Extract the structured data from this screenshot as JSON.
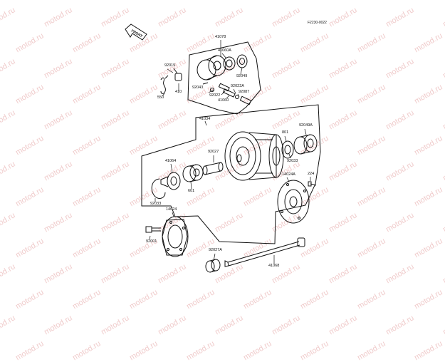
{
  "figure_code": "F2230-0022",
  "front_label": "FRONT",
  "watermark_text": "motod.ru",
  "colors": {
    "line": "#111111",
    "watermark": "#f0cccc",
    "background": "#ffffff"
  },
  "labels": {
    "p41078": "41078",
    "p41060A": "41060A",
    "p92015": "92015",
    "p550": "550",
    "p410": "410",
    "p92043": "92043",
    "p92022": "92022",
    "p92022A": "92022A",
    "p92087": "92087",
    "p41060": "41060",
    "p92049": "92049",
    "p41034": "41034",
    "p801": "801",
    "p92049A": "92049A",
    "p92027": "92027",
    "p41064": "41064",
    "p601": "601",
    "p92033a": "92033",
    "p92033b": "92033",
    "p14024A": "14024A",
    "p224": "224",
    "p14024": "14024",
    "p92001": "92001",
    "p92027A": "92027A",
    "p41068": "41068"
  }
}
